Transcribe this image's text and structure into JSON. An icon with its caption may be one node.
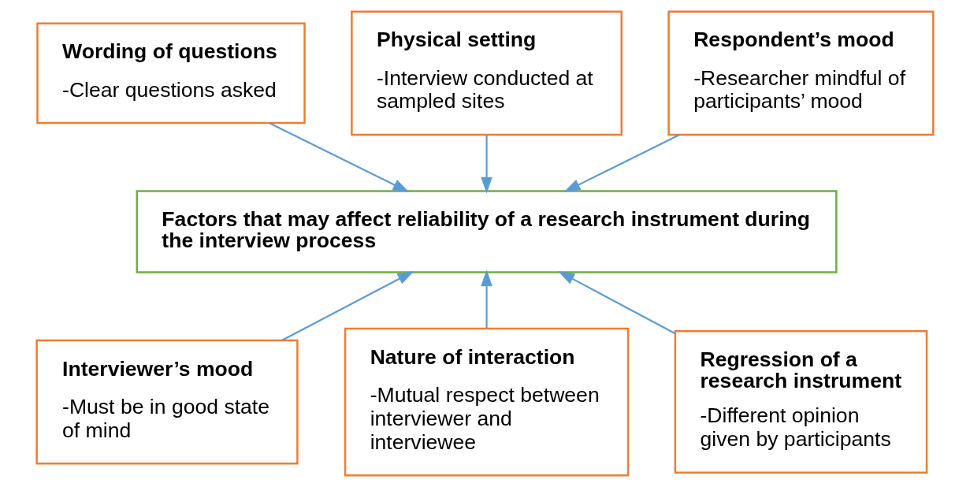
{
  "diagram": {
    "nodes": [
      {
        "text": [
          "Wording of questions",
          "-Clear questions asked"
        ]
      },
      {
        "text": [
          "Physical setting",
          "-Interview conducted at sampled sites"
        ]
      },
      {
        "text": [
          "Respondent’s mood",
          "-Researcher mindful of participants’ mood"
        ]
      },
      {
        "text": [
          "Factors that may affect reliability of a research instrument during the interview process"
        ]
      },
      {
        "text": [
          "Interviewer’s mood",
          "-Must be in good state of mind"
        ]
      },
      {
        "text": [
          "Nature of interaction",
          "-Mutual respect between interviewer and interviewee"
        ]
      },
      {
        "text": [
          "Regression of a research instrument",
          "-Different opinion given by participants"
        ]
      }
    ],
    "edges": [
      {
        "from": 0,
        "to": 3,
        "arrow": "to"
      },
      {
        "from": 1,
        "to": 3,
        "arrow": "to"
      },
      {
        "from": 2,
        "to": 3,
        "arrow": "to"
      },
      {
        "from": 4,
        "to": 3,
        "arrow": "to"
      },
      {
        "from": 5,
        "to": 3,
        "arrow": "to"
      },
      {
        "from": 6,
        "to": 3,
        "arrow": "to"
      }
    ]
  }
}
